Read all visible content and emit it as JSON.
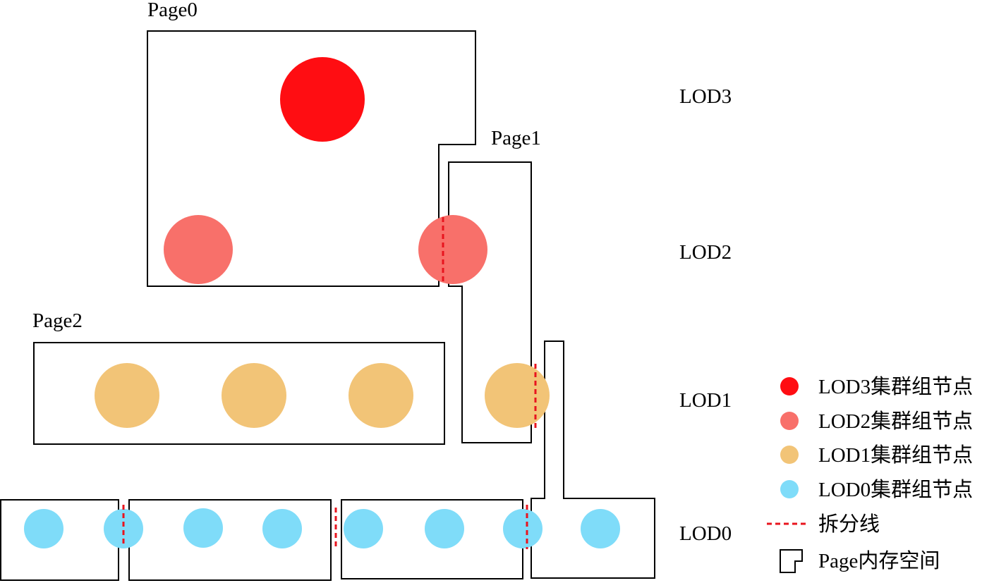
{
  "pages": {
    "page0": "Page0",
    "page1": "Page1",
    "page2": "Page2"
  },
  "levels": {
    "lod3": "LOD3",
    "lod2": "LOD2",
    "lod1": "LOD1",
    "lod0": "LOD0"
  },
  "legend": {
    "lod3_node": "LOD3集群组节点",
    "lod2_node": "LOD2集群组节点",
    "lod1_node": "LOD1集群组节点",
    "lod0_node": "LOD0集群组节点",
    "split_line": "拆分线",
    "page_memory": "Page内存空间"
  },
  "colors": {
    "lod3": "#ff0d12",
    "lod2": "#f8706a",
    "lod1": "#f2c477",
    "lod0": "#7fdcf9",
    "split": "#e8141e"
  }
}
